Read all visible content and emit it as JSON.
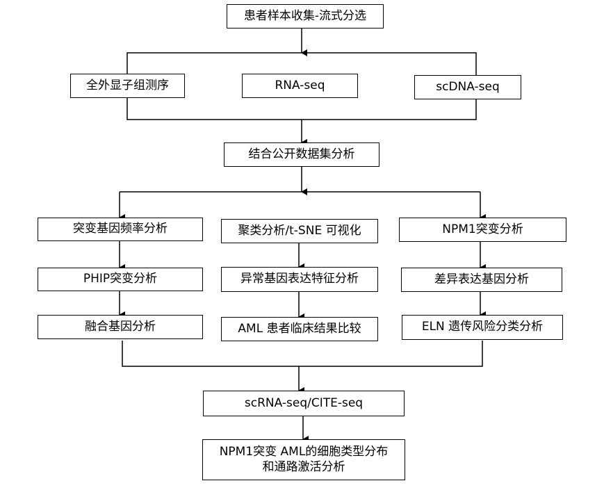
{
  "nodes": {
    "top": "患者样本收集-流式分选",
    "seq_wes": "全外显子组测序",
    "seq_rna": "RNA-seq",
    "seq_scdna": "scDNA-seq",
    "public": "结合公开数据集分析",
    "l1": "突变基因频率分析",
    "l2": "PHIP突变分析",
    "l3": "融合基因分析",
    "m1": "聚类分析/t-SNE 可视化",
    "m2": "异常基因表达特征分析",
    "m3": "AML 患者临床结果比较",
    "r1": "NPM1突变分析",
    "r2": "差异表达基因分析",
    "r3": "ELN 遗传风险分类分析",
    "sc": "scRNA-seq/CITE-seq",
    "final_line1": "NPM1突变 AML的细胞类型分布",
    "final_line2": "和通路激活分析"
  }
}
